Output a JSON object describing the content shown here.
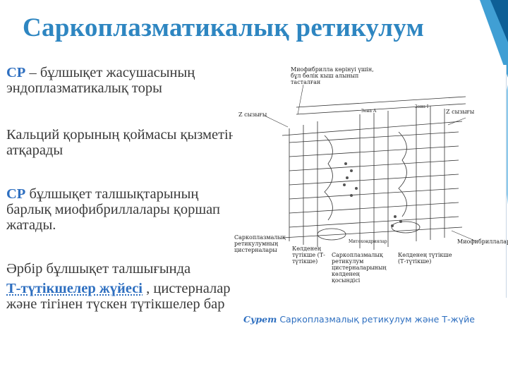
{
  "title": "Саркоплазматикалық ретикулум",
  "paragraphs": {
    "p1_strong": "СР",
    "p1_rest": " – бұлшықет жасушасының эндоплазматикалық торы",
    "p2": "Кальций қорының қоймасы қызметін атқарады",
    "p3_strong": "СР",
    "p3_rest": " бұлшықет талшықтарының барлық миофибриллалары қоршап жатады.",
    "p4": "Әрбір бұлшықет талшығында",
    "p5_strong": "Т-түтікшелер жүйесі",
    "p5_rest": " , цистерналар және тігінен түскен түтікшелер бар"
  },
  "figure_labels": {
    "top": "Миофибрилла көрінуі үшін, бұл бөлік кыш алынып тасталған",
    "z_left": "Z сызығы",
    "zone_a": "Зона А",
    "zone_i": "Зона I",
    "z_right": "Z сызығы",
    "sr_left": "Саркоплазмалық ретикулумның цистерналары",
    "t_left": "Көлденең түтікше (Т-түтікше)",
    "middle": "Саркоплазмалық ретикулум цистерналарының көлденең қосындісі",
    "mito": "Митохондриялар",
    "t_right": "Көлденең түтікше (Т-түтікше)",
    "myo": "Миофибриллалар"
  },
  "caption": {
    "prefix": "Сурет",
    "text": "  Саркоплазмалық ретикулум және Т-жүйе"
  },
  "colors": {
    "title": "#2e86c1",
    "accent": "#2e6fc0",
    "deco": "#1f8ecd"
  }
}
